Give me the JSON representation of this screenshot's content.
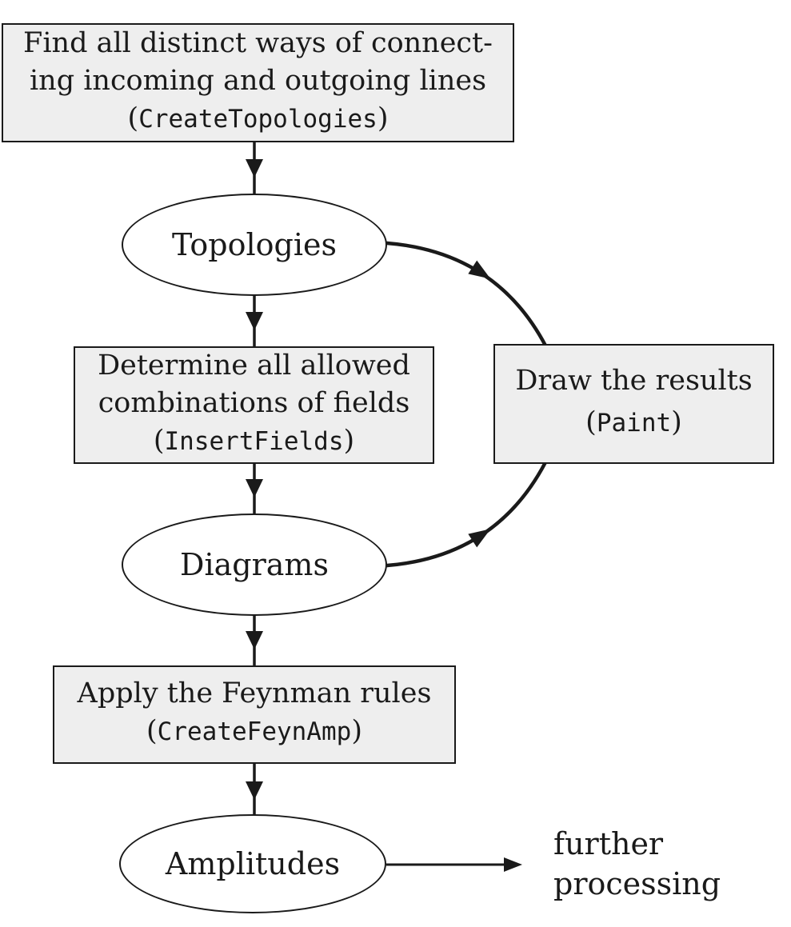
{
  "diagram_title": "",
  "punct": {
    "open": "(",
    "close": ")"
  },
  "nodes": {
    "create_topologies": {
      "line1": "Find all distinct ways of connect-",
      "line2": "ing incoming and outgoing lines",
      "code": "CreateTopologies"
    },
    "topologies": {
      "label": "Topologies"
    },
    "insert_fields": {
      "line1": "Determine all allowed",
      "line2": "combinations of fields",
      "code": "InsertFields"
    },
    "paint": {
      "line1": "Draw the results",
      "code": "Paint"
    },
    "diagrams": {
      "label": "Diagrams"
    },
    "create_feyn_amp": {
      "line1": "Apply the Feynman rules",
      "code": "CreateFeynAmp"
    },
    "amplitudes": {
      "label": "Amplitudes"
    },
    "further_processing": {
      "line1": "further",
      "line2": "processing"
    }
  },
  "edges": [
    {
      "from": "create_topologies",
      "to": "topologies",
      "style": "straight-down"
    },
    {
      "from": "topologies",
      "to": "insert_fields",
      "style": "straight-down"
    },
    {
      "from": "topologies",
      "to": "paint",
      "style": "curved-right"
    },
    {
      "from": "insert_fields",
      "to": "diagrams",
      "style": "straight-down"
    },
    {
      "from": "diagrams",
      "to": "paint",
      "style": "curved-right"
    },
    {
      "from": "diagrams",
      "to": "create_feyn_amp",
      "style": "straight-down"
    },
    {
      "from": "create_feyn_amp",
      "to": "amplitudes",
      "style": "straight-down"
    },
    {
      "from": "amplitudes",
      "to": "further_processing",
      "style": "straight-right"
    }
  ],
  "colors": {
    "box_fill": "#eeeeee",
    "ellipse_fill": "#ffffff",
    "stroke": "#1a1a1a",
    "background": "#ffffff"
  }
}
